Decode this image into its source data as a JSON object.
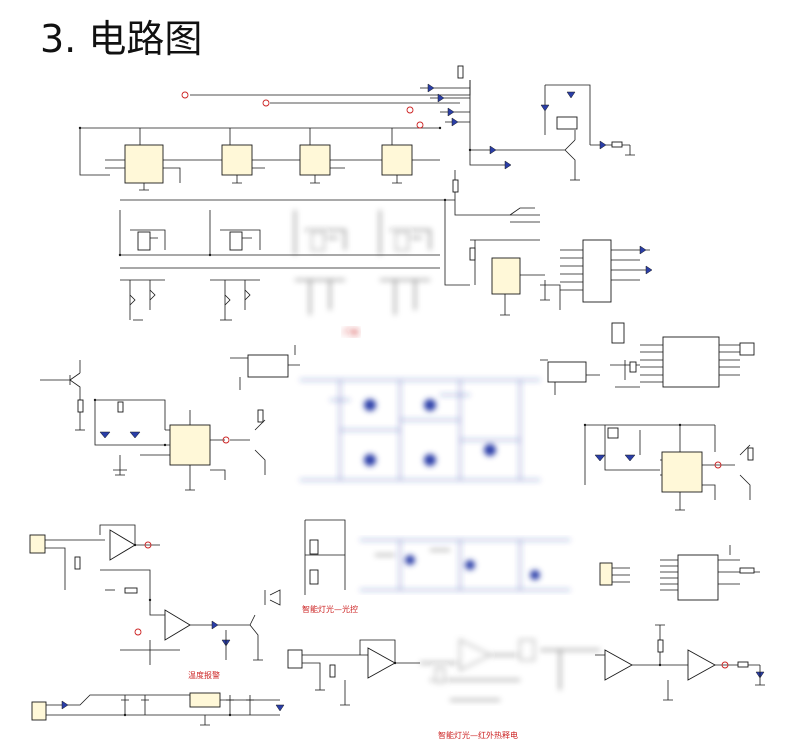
{
  "title": "3. 电路图",
  "captions": {
    "relay_section": "门锁",
    "temperature_alarm": "温度报警",
    "smart_lighting": "智能灯光—光控",
    "infrared_lighting": "智能灯光—红外热释电"
  },
  "colors": {
    "wire": "#1a1a1a",
    "component_blue": "#2a3ea8",
    "label_red": "#cc2222",
    "chip_fill": "#fff8d8"
  }
}
